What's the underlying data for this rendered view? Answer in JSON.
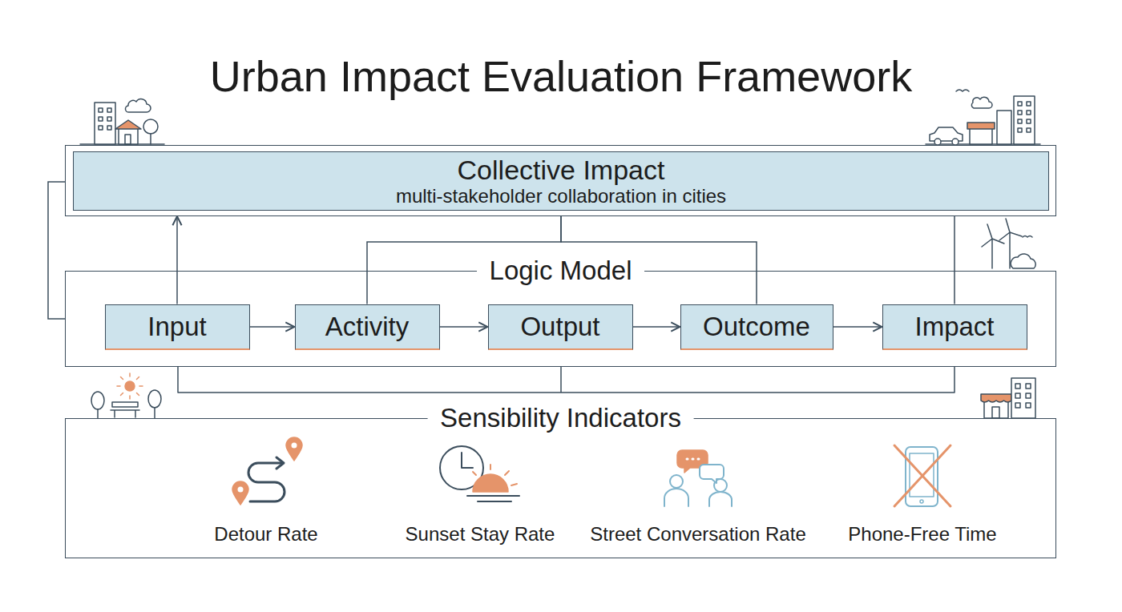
{
  "diagram": {
    "title": "Urban Impact Evaluation Framework",
    "nodes": [
      {
        "text": [
          "Collective Impact",
          "multi-stakeholder collaboration in cities"
        ]
      },
      {
        "text": [
          "Logic Model"
        ]
      },
      {
        "text": [
          "Input"
        ],
        "in": 1
      },
      {
        "text": [
          "Activity"
        ],
        "in": 1
      },
      {
        "text": [
          "Output"
        ],
        "in": 1
      },
      {
        "text": [
          "Outcome"
        ],
        "in": 1
      },
      {
        "text": [
          "Impact"
        ],
        "in": 1
      },
      {
        "text": [
          "Sensibility Indicators"
        ]
      }
    ],
    "edges": [
      {
        "from": 2,
        "to": 3,
        "arrow": "to"
      },
      {
        "from": 3,
        "to": 4,
        "arrow": "to"
      },
      {
        "from": 4,
        "to": 5,
        "arrow": "to"
      },
      {
        "from": 5,
        "to": 6,
        "arrow": "to"
      },
      {
        "from": 2,
        "to": 0,
        "arrow": "to"
      },
      {
        "from": 0,
        "to": 3,
        "arrow": "none"
      },
      {
        "from": 0,
        "to": 5,
        "arrow": "none"
      },
      {
        "from": 6,
        "to": 0,
        "arrow": "none"
      },
      {
        "from": 1,
        "to": 0,
        "arrow": "none"
      }
    ],
    "labels": [
      "Detour Rate",
      "Sunset Stay Rate",
      "Street Conversation Rate",
      "Phone-Free Time"
    ]
  }
}
